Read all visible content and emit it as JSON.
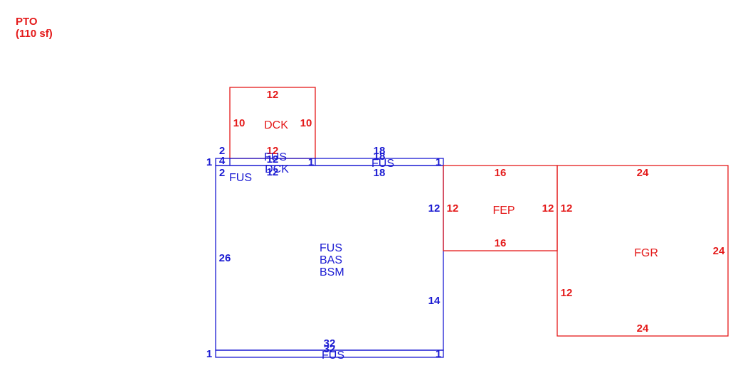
{
  "pto": {
    "code": "PTO",
    "area": "(110 sf)"
  },
  "dck": {
    "code": "DCK",
    "top": "12",
    "left": "10",
    "right": "10",
    "bottom": "12"
  },
  "strip_left": {
    "top": "2",
    "mid": "4",
    "bottom": "2",
    "end": "1",
    "end2": "1"
  },
  "strip_dck": {
    "label1": "FUS",
    "label2": "DCK",
    "top": "12",
    "bottom": "12"
  },
  "strip_right": {
    "top": "18",
    "top2": "18",
    "label": "FUS",
    "bottom": "18",
    "end": "1"
  },
  "main": {
    "labels": [
      "FUS",
      "BAS",
      "BSM"
    ],
    "fus_corner": "FUS",
    "left": "26",
    "right_upper": "12",
    "right_lower": "14"
  },
  "bottom_strip": {
    "top": "32",
    "top2": "32",
    "label": "FUS",
    "left": "1",
    "right": "1"
  },
  "fep": {
    "code": "FEP",
    "top": "16",
    "bottom": "16",
    "left": "12",
    "right": "12"
  },
  "fgr": {
    "code": "FGR",
    "top": "24",
    "bottom": "24",
    "left_upper": "12",
    "left_lower": "12",
    "right": "24"
  },
  "colors": {
    "red": "#e41a1a",
    "blue": "#1a1ad2"
  }
}
